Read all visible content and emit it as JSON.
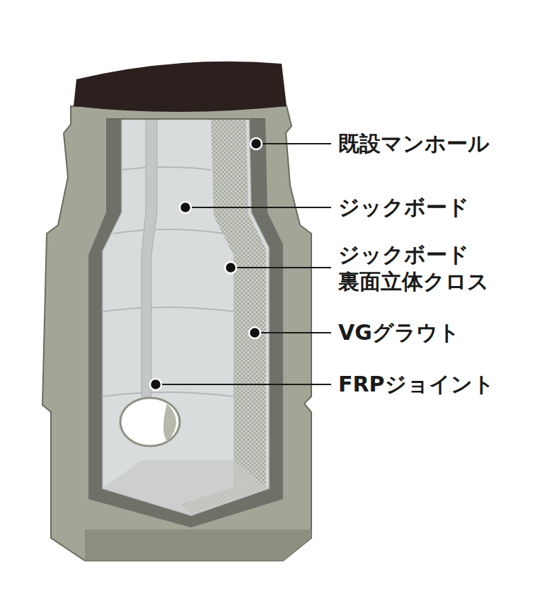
{
  "diagram": {
    "labels": [
      "既設マンホール",
      "ジックボード",
      "ジックボード 裏面立体クロス",
      "VGグラウト",
      "FRPジョイント"
    ]
  }
}
